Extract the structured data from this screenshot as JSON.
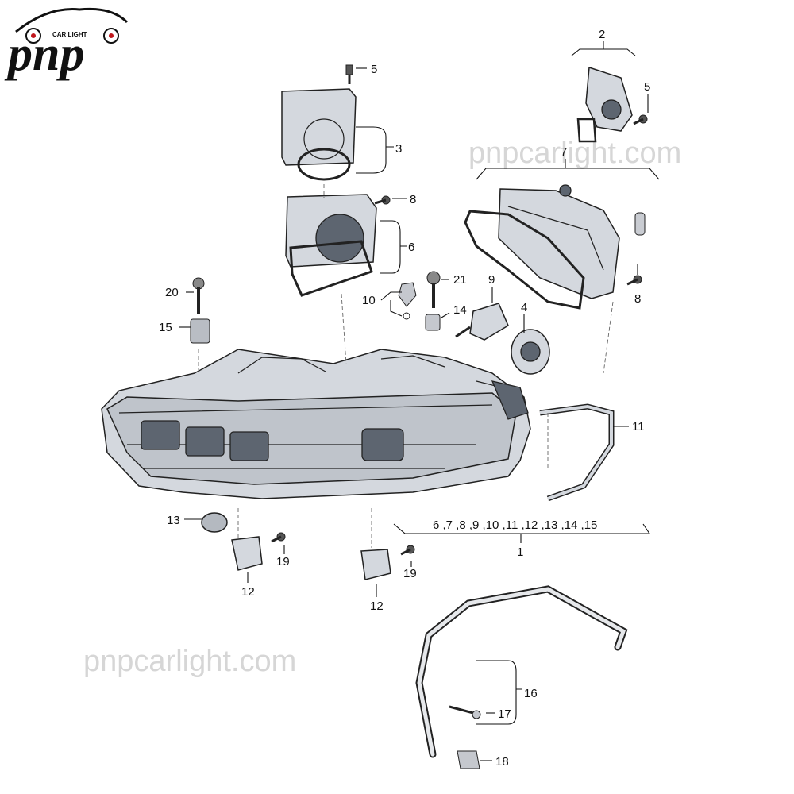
{
  "logo": {
    "text": "pnp",
    "subtitle": "CAR LIGHT"
  },
  "watermark": "pnpcarlight.com",
  "callouts": {
    "c1": "1",
    "c2": "2",
    "c3": "3",
    "c4": "4",
    "c5a": "5",
    "c5b": "5",
    "c6": "6",
    "c7": "7",
    "c8a": "8",
    "c8b": "8",
    "c9": "9",
    "c10": "10",
    "c11": "11",
    "c12a": "12",
    "c12b": "12",
    "c13": "13",
    "c14": "14",
    "c15": "15",
    "c16": "16",
    "c17": "17",
    "c18": "18",
    "c19a": "19",
    "c19b": "19",
    "c20": "20",
    "c21": "21"
  },
  "assembly_contents": "6 ,7 ,8 ,9 ,10 ,11 ,12 ,13 ,14 ,15"
}
